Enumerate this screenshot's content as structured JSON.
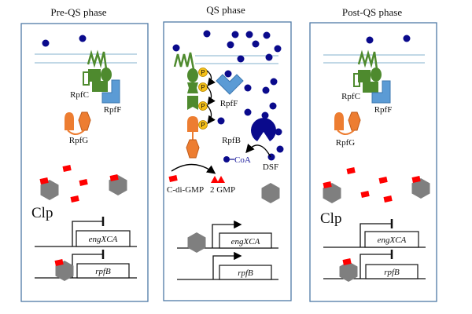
{
  "figure": {
    "description": "Rpf/DSF quorum-sensing signaling across three phases",
    "colors": {
      "panel_border": "#4f7aa6",
      "membrane": "#9cc0d8",
      "dsf_dot": "#0a0a8c",
      "rpfC_green": "#4e8a2e",
      "rpfF_blue": "#5b9bd5",
      "rpfG_orange": "#ed7d31",
      "phosphate_yellow": "#f5c018",
      "c_di_gmp_red": "#ff0000",
      "clp_gray": "#7f7f7f"
    }
  },
  "panels": [
    {
      "id": "pre-qs",
      "title": "Pre-QS phase",
      "labels": {
        "rpfC": "RpfC",
        "rpfF": "RpfF",
        "rpfG": "RpfG",
        "clp": "Clp"
      },
      "genes": [
        "engXCA",
        "rpfB"
      ],
      "gene_state": [
        "repressed",
        "repressed"
      ]
    },
    {
      "id": "qs",
      "title": "QS phase",
      "labels": {
        "rpfF": "RpfF",
        "rpfB": "RpfB",
        "coa": "CoA",
        "dsf": "DSF",
        "c_di_gmp": "C-di-GMP",
        "gmp": "2 GMP",
        "phosphate": "P"
      },
      "genes": [
        "engXCA",
        "rpfB"
      ],
      "gene_state": [
        "active",
        "active"
      ]
    },
    {
      "id": "post-qs",
      "title": "Post-QS phase",
      "labels": {
        "rpfC": "RpfC",
        "rpfF": "RpfF",
        "rpfG": "RpfG",
        "clp": "Clp"
      },
      "genes": [
        "engXCA",
        "rpfB"
      ],
      "gene_state": [
        "repressed",
        "repressed"
      ]
    }
  ]
}
